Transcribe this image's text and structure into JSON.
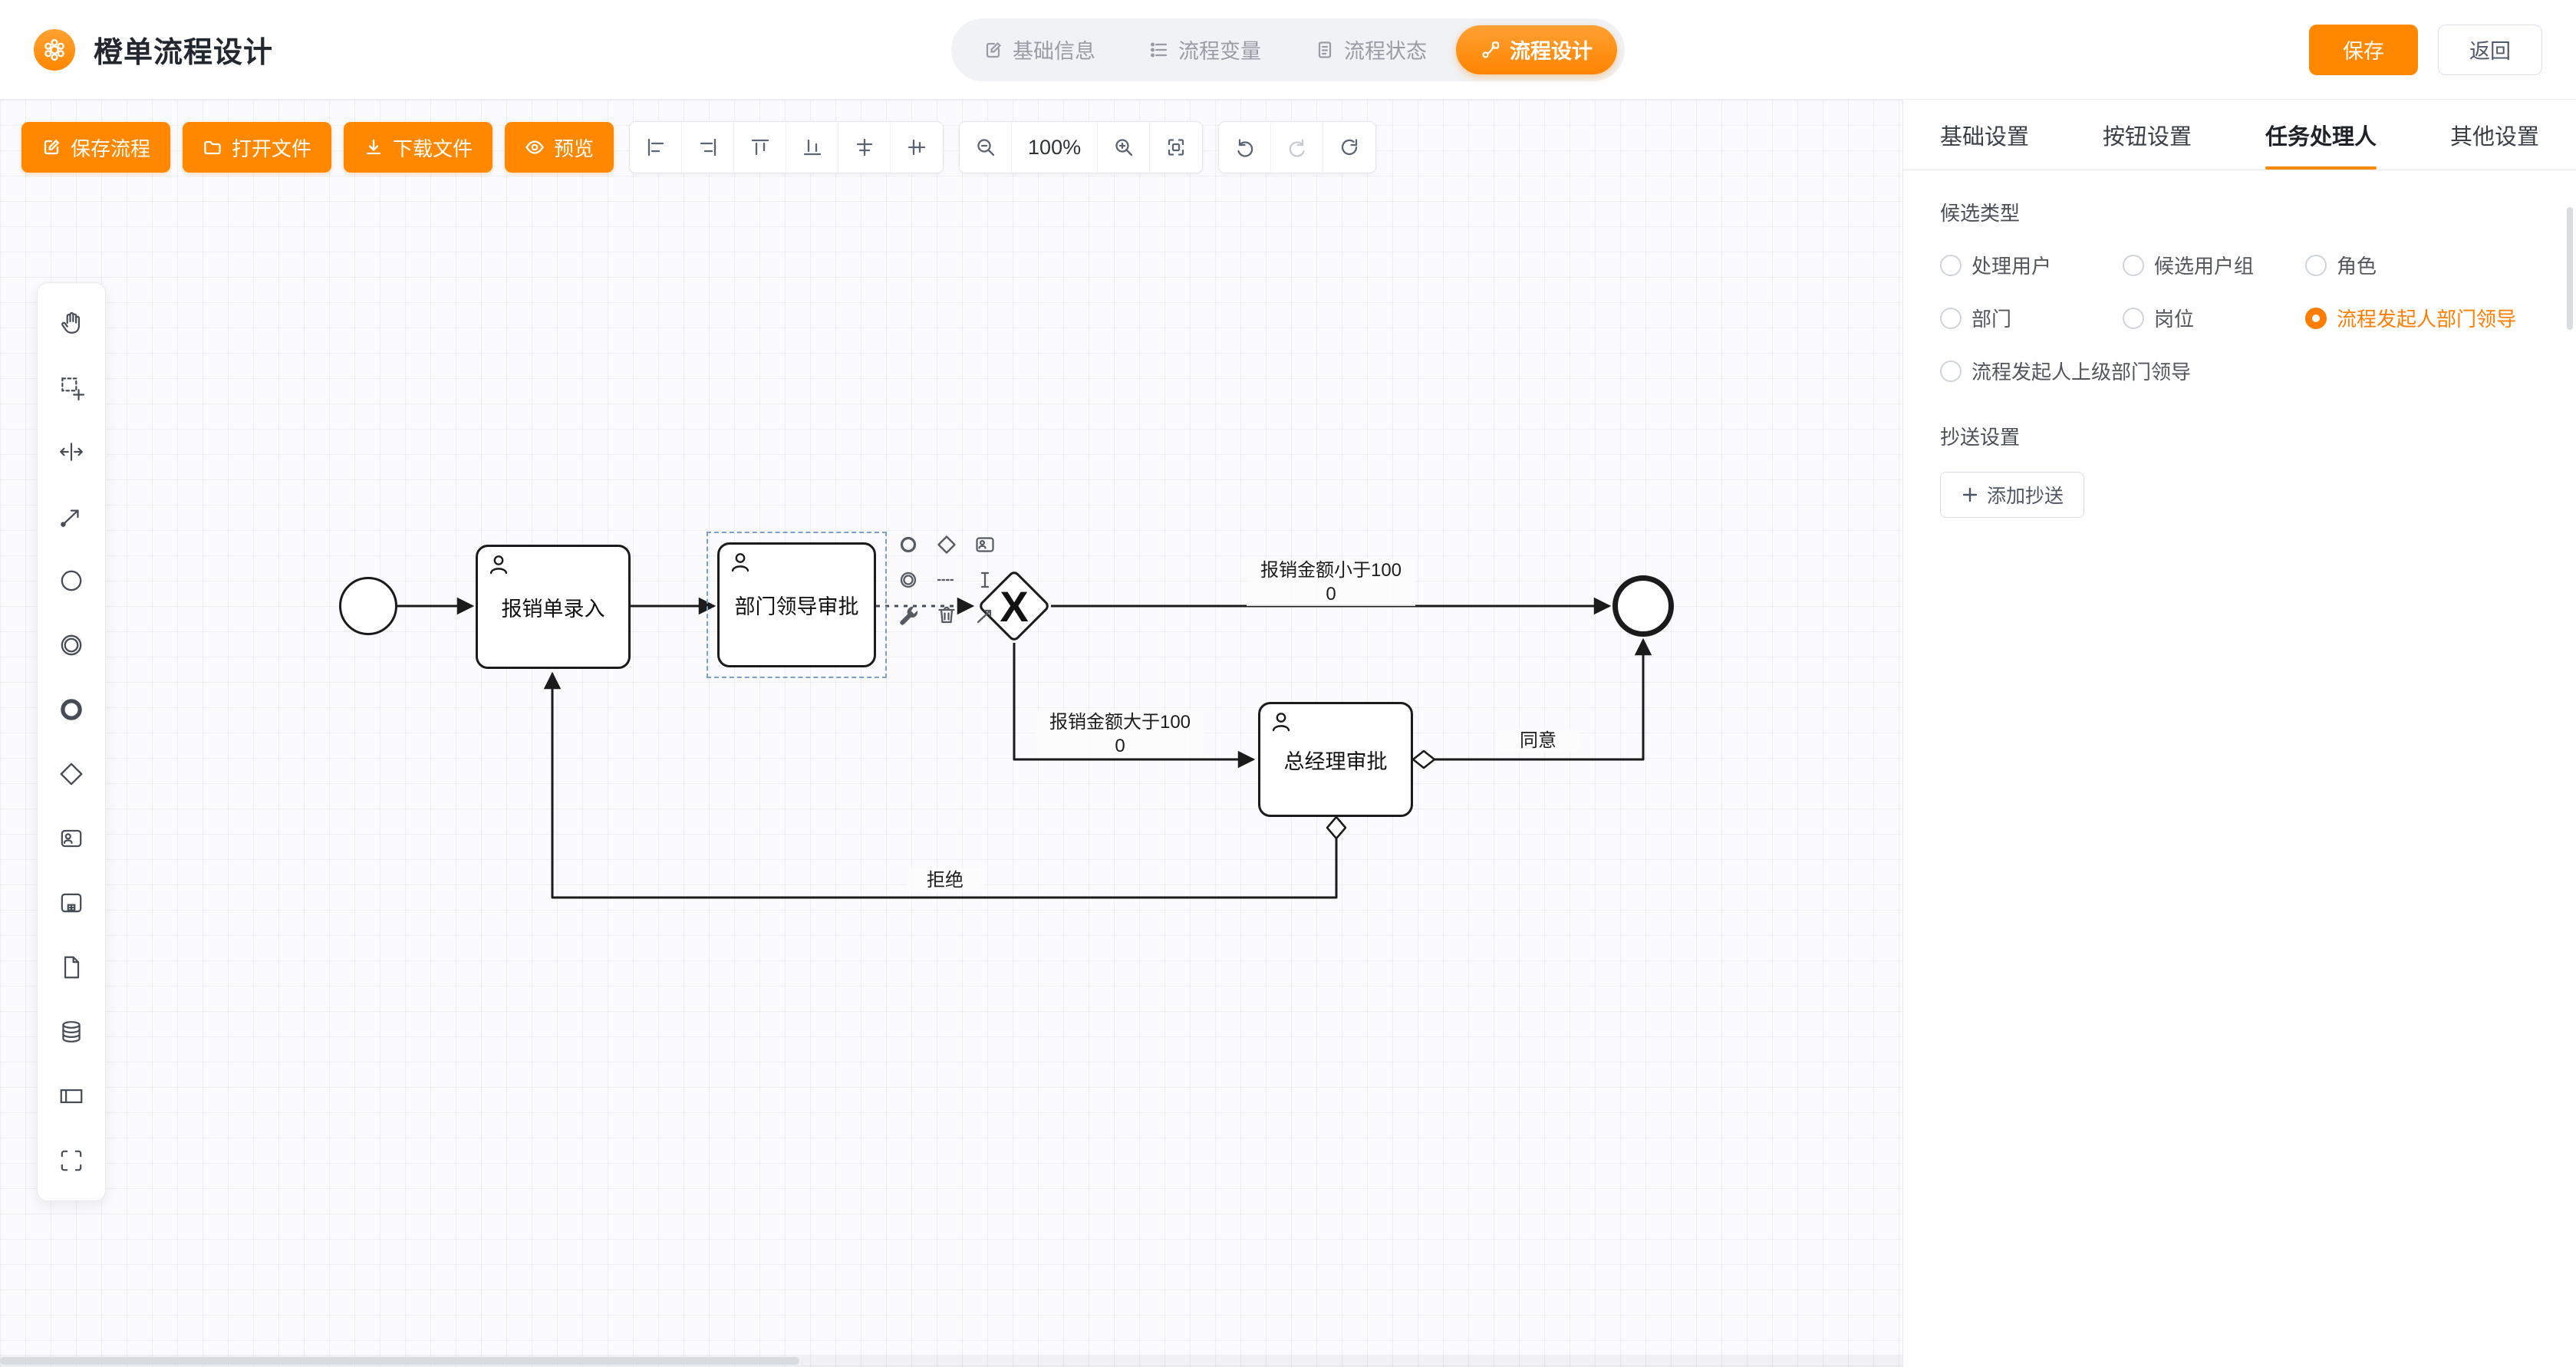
{
  "header": {
    "title": "橙单流程设计",
    "logo_icon": "orange-flower-icon",
    "nav": [
      {
        "label": "基础信息",
        "icon": "doc-edit-icon",
        "active": false
      },
      {
        "label": "流程变量",
        "icon": "variables-icon",
        "active": false
      },
      {
        "label": "流程状态",
        "icon": "status-doc-icon",
        "active": false
      },
      {
        "label": "流程设计",
        "icon": "flow-design-icon",
        "active": true
      }
    ],
    "save_label": "保存",
    "back_label": "返回"
  },
  "canvas_toolbar": {
    "buttons": [
      {
        "label": "保存流程",
        "icon": "save-flow-icon"
      },
      {
        "label": "打开文件",
        "icon": "open-file-icon"
      },
      {
        "label": "下载文件",
        "icon": "download-icon"
      },
      {
        "label": "预览",
        "icon": "preview-eye-icon"
      }
    ],
    "align_tools": [
      "align-left",
      "align-right",
      "align-top",
      "align-bottom",
      "distribute-horizontal",
      "distribute-vertical"
    ],
    "zoom": {
      "out": "zoom-out-icon",
      "level": "100%",
      "in": "zoom-in-icon",
      "fit": "fit-view-icon"
    },
    "history": [
      "undo-icon",
      "redo-icon",
      "reset-icon"
    ]
  },
  "palette": {
    "items": [
      "hand-tool",
      "lasso-tool",
      "space-tool",
      "global-connect-tool",
      "create-start-event",
      "create-intermediate-event",
      "create-end-event",
      "create-gateway",
      "create-user-task",
      "create-subprocess",
      "create-data-object",
      "create-data-store",
      "create-participant",
      "create-group"
    ]
  },
  "diagram": {
    "nodes": [
      {
        "id": "start",
        "type": "start-event",
        "label": ""
      },
      {
        "id": "task-entry",
        "type": "user-task",
        "label": "报销单录入"
      },
      {
        "id": "task-dept",
        "type": "user-task",
        "label": "部门领导审批",
        "selected": true
      },
      {
        "id": "gateway",
        "type": "exclusive-gateway",
        "label": "X"
      },
      {
        "id": "task-gm",
        "type": "user-task",
        "label": "总经理审批"
      },
      {
        "id": "end",
        "type": "end-event",
        "label": ""
      }
    ],
    "edge_labels": {
      "less": "报销金额小于100\n0",
      "greater": "报销金额大于100\n0",
      "agree": "同意",
      "reject": "拒绝"
    },
    "context_pad": [
      "append-end-event",
      "append-gateway",
      "append-task",
      "append-intermediate-event",
      "append-text-annotation",
      "edit-label",
      "wrench-tool",
      "delete",
      "connect-tool"
    ]
  },
  "panel": {
    "tabs": [
      {
        "label": "基础设置",
        "active": false
      },
      {
        "label": "按钮设置",
        "active": false
      },
      {
        "label": "任务处理人",
        "active": true
      },
      {
        "label": "其他设置",
        "active": false
      }
    ],
    "candidate_type_label": "候选类型",
    "candidate_options": [
      {
        "label": "处理用户",
        "selected": false
      },
      {
        "label": "候选用户组",
        "selected": false
      },
      {
        "label": "角色",
        "selected": false
      },
      {
        "label": "部门",
        "selected": false
      },
      {
        "label": "岗位",
        "selected": false
      },
      {
        "label": "流程发起人部门领导",
        "selected": true
      },
      {
        "label": "流程发起人上级部门领导",
        "selected": false
      }
    ],
    "cc_section_label": "抄送设置",
    "add_cc_label": "添加抄送"
  },
  "colors": {
    "accent": "#ff8800",
    "radio_selected": "#ff7d00",
    "node_stroke": "#1b1b1b"
  }
}
